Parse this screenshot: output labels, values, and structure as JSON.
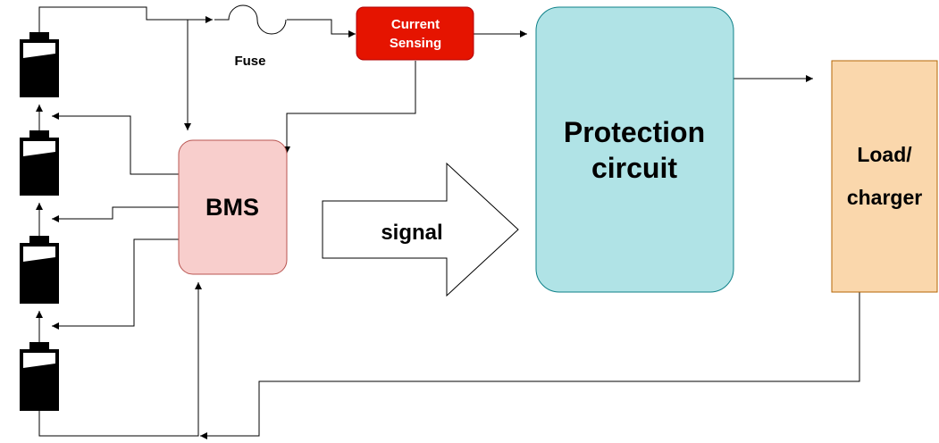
{
  "labels": {
    "fuse": "Fuse",
    "current_sensing_line1": "Current",
    "current_sensing_line2": "Sensing",
    "bms": "BMS",
    "signal": "signal",
    "protection_line1": "Protection",
    "protection_line2": "circuit",
    "load_line1": "Load/",
    "load_line2": "charger"
  },
  "colors": {
    "current_sensing_fill": "#e51400",
    "current_sensing_text": "#ffffff",
    "bms_fill": "#f8cecc",
    "bms_stroke": "#b85450",
    "protection_fill": "#b0e3e6",
    "protection_stroke": "#0e8088",
    "load_fill": "#fad7ac",
    "load_stroke": "#b46504",
    "line": "#000000"
  },
  "icons": [
    "battery-icon",
    "fuse-icon",
    "block-arrow-icon"
  ]
}
